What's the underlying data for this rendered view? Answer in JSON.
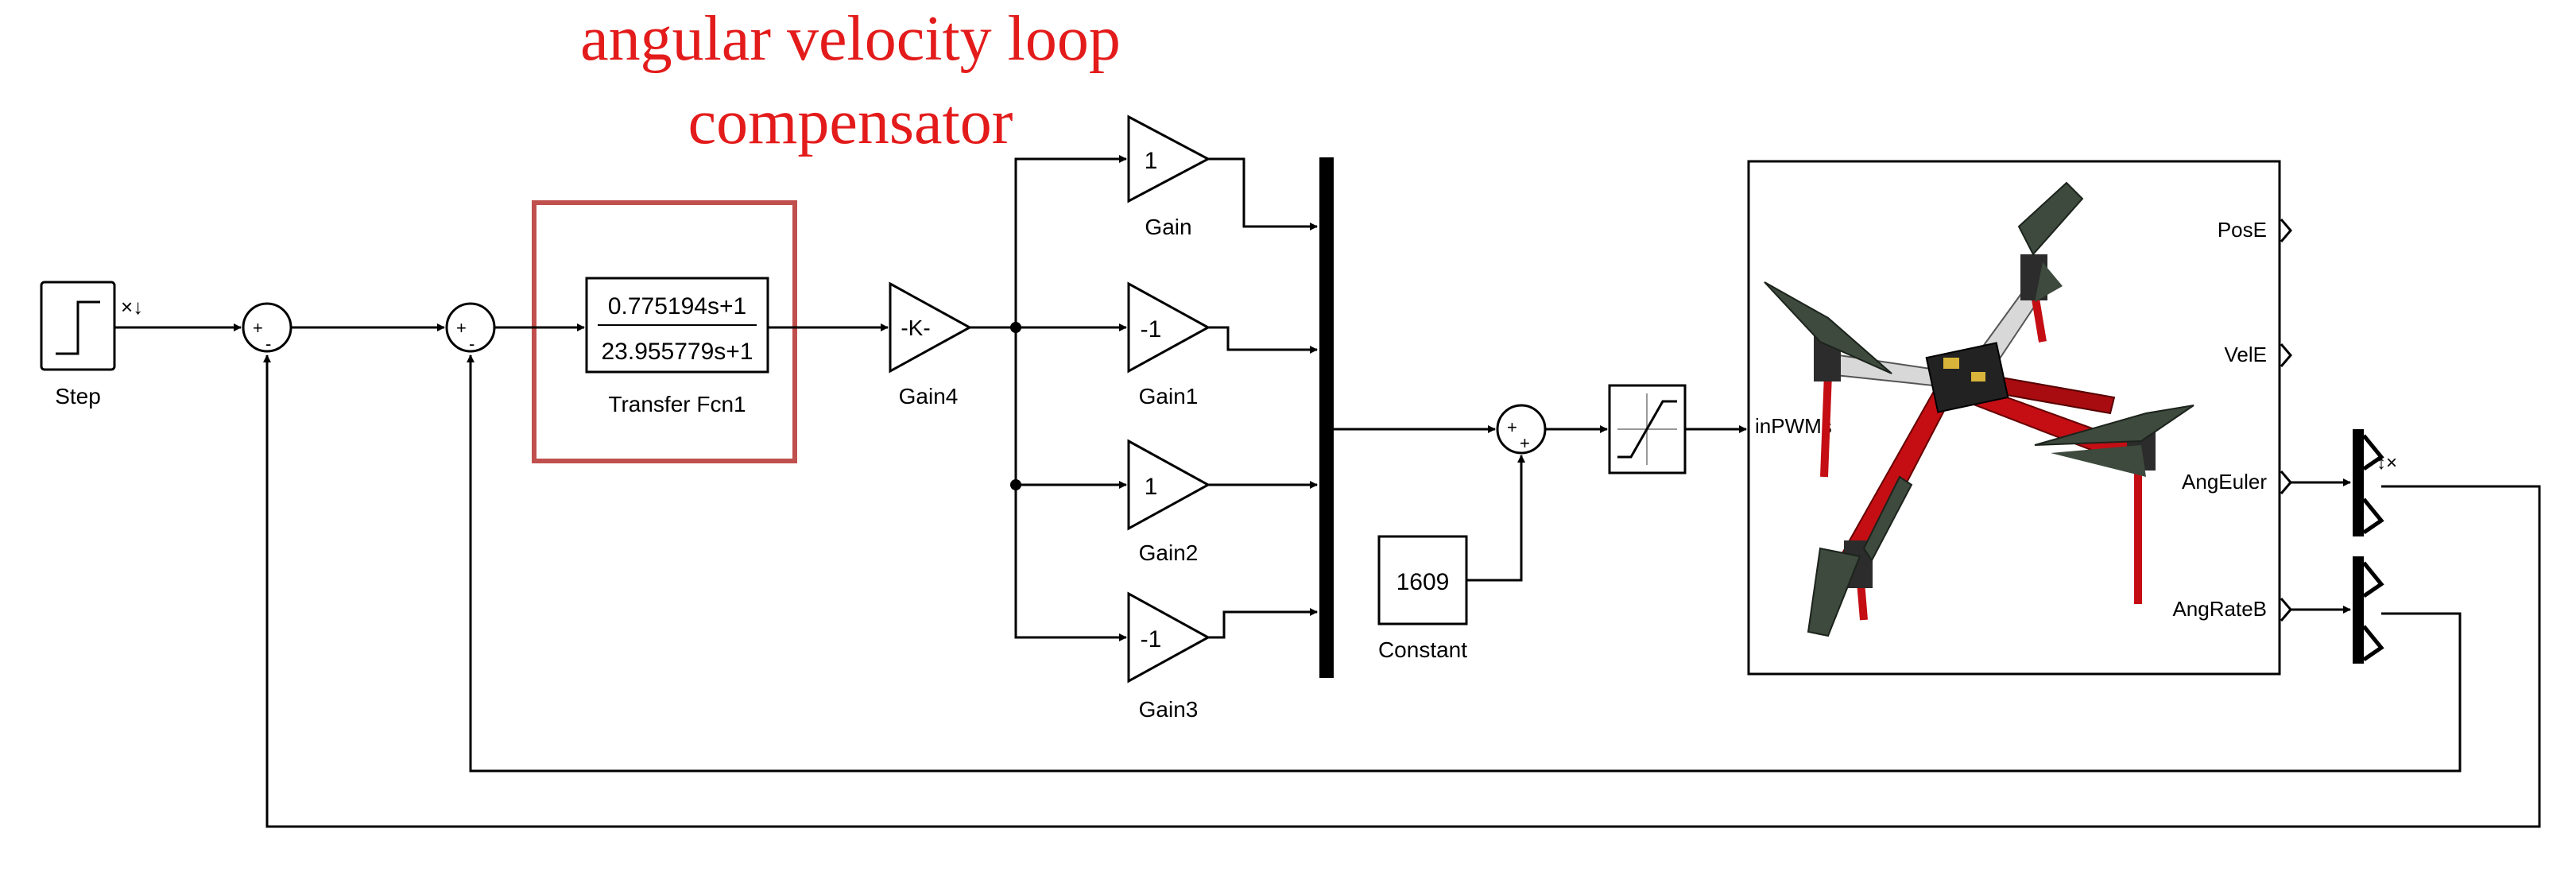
{
  "annotation": {
    "line1": "angular velocity loop",
    "line2": "compensator",
    "color": "#e31b1b",
    "highlight_color": "#c0504d"
  },
  "blocks": {
    "step": {
      "label": "Step"
    },
    "sum1": {
      "signs": [
        "+",
        "-"
      ]
    },
    "sum2": {
      "signs": [
        "+",
        "-"
      ]
    },
    "transfer_fcn": {
      "numerator": "0.775194s+1",
      "denominator": "23.955779s+1",
      "label": "Transfer Fcn1"
    },
    "gain4": {
      "value": "-K-",
      "label": "Gain4"
    },
    "gain": {
      "value": "1",
      "label": "Gain"
    },
    "gain1": {
      "value": "-1",
      "label": "Gain1"
    },
    "gain2": {
      "value": "1",
      "label": "Gain2"
    },
    "gain3": {
      "value": "-1",
      "label": "Gain3"
    },
    "sum3": {
      "signs": [
        "+",
        "+"
      ]
    },
    "constant": {
      "value": "1609",
      "label": "Constant"
    },
    "quad": {
      "input": "inPWMs",
      "outputs": [
        "PosE",
        "VelE",
        "AngEuler",
        "AngRateB"
      ],
      "image": "quadcopter-drone-image"
    }
  }
}
